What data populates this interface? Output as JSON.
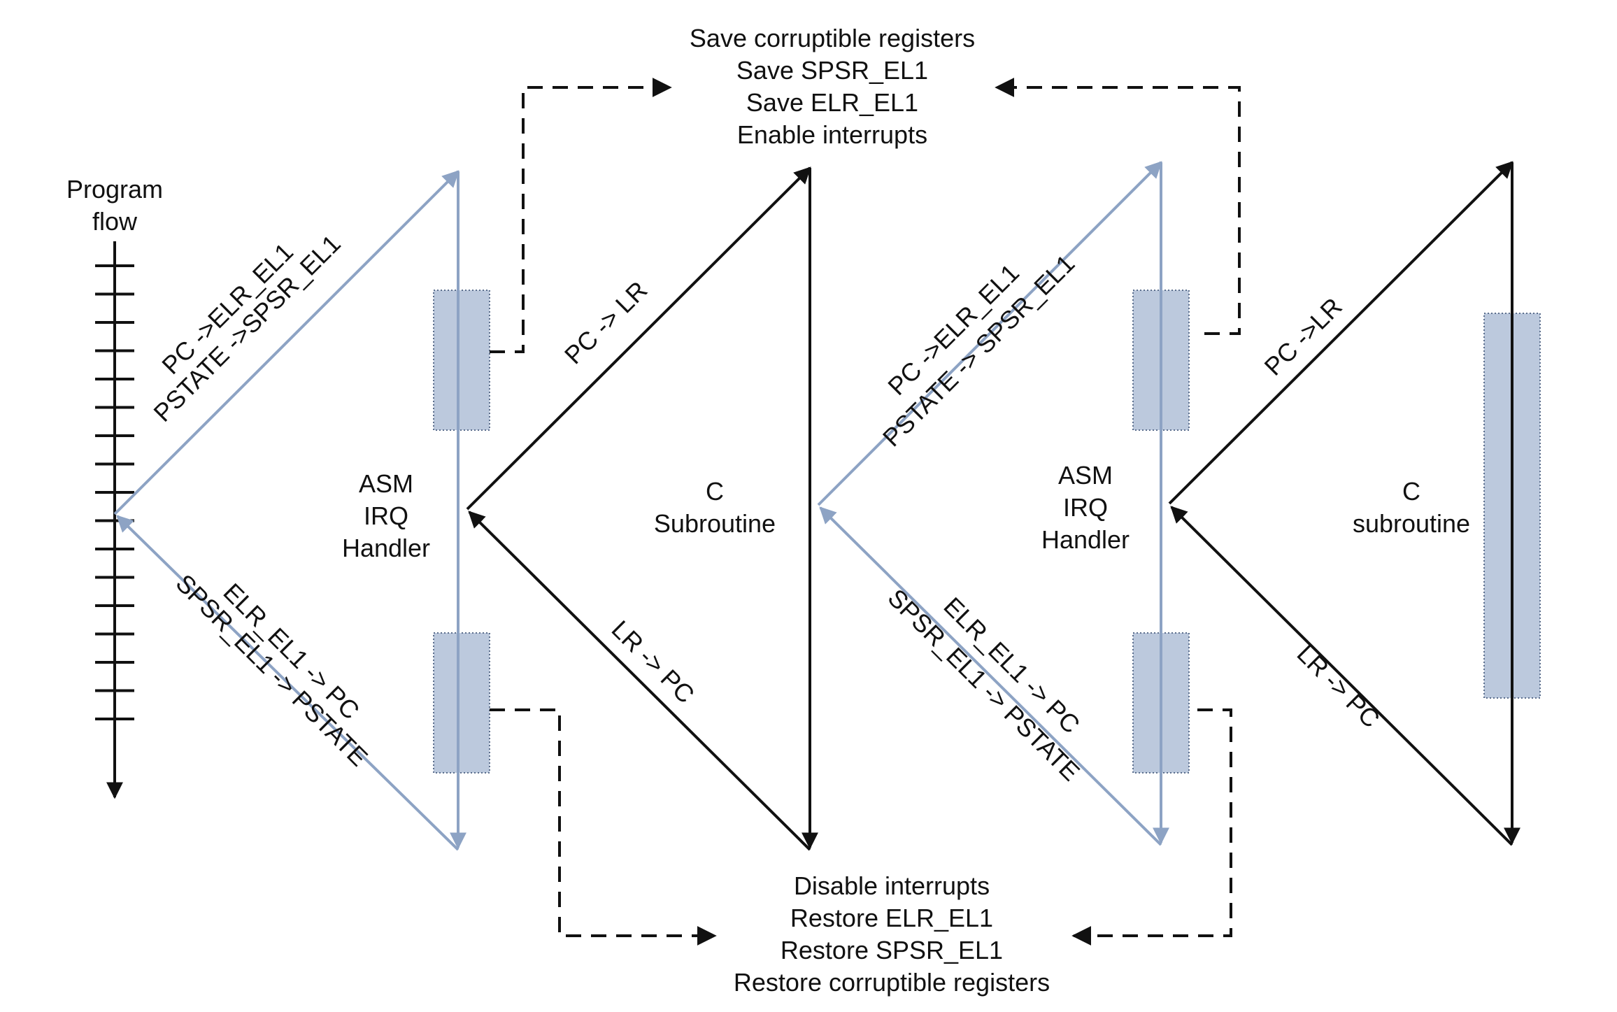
{
  "diagram": {
    "program_flow_label": [
      "Program",
      "flow"
    ],
    "top_box": [
      "Save corruptible registers",
      "Save SPSR_EL1",
      "Save ELR_EL1",
      "Enable interrupts"
    ],
    "bottom_box": [
      "Disable interrupts",
      "Restore ELR_EL1",
      "Restore SPSR_EL1",
      "Restore corruptible registers"
    ],
    "handler1": [
      "ASM",
      "IRQ",
      "Handler"
    ],
    "handler2": [
      "ASM",
      "IRQ",
      "Handler"
    ],
    "csub1": [
      "C",
      "Subroutine"
    ],
    "csub2": [
      "C",
      "subroutine"
    ],
    "entry1": [
      "PC ->ELR_EL1",
      "PSTATE ->SPSR_EL1"
    ],
    "exit1": [
      "ELR_EL1 -> PC",
      "SPSR_EL1 -> PSTATE"
    ],
    "call1": "PC -> LR",
    "ret1": "LR -> PC",
    "entry2": [
      "PC ->ELR_EL1",
      "PSTATE -> SPSR_EL1"
    ],
    "exit2": [
      "ELR_EL1 -> PC",
      "SPSR_EL1 -> PSTATE"
    ],
    "call2": "PC ->LR",
    "ret2": "LR -> PC",
    "colors": {
      "blue_line": "#8da3c4",
      "blue_fill": "#bcc9dd",
      "black": "#111111"
    }
  }
}
